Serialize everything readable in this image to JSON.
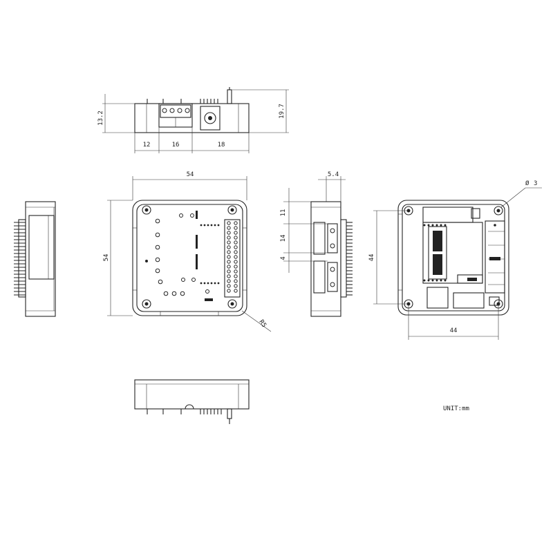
{
  "dimensions": {
    "top_height_13_2": "13.2",
    "top_height_19_7": "19.7",
    "top_width_12": "12",
    "top_width_16": "16",
    "top_width_18": "18",
    "front_width": "54",
    "front_height": "54",
    "corner_radius": "R5",
    "side_depth": "5.4",
    "side_11": "11",
    "side_14": "14",
    "side_4": "4",
    "hole_diameter": "3",
    "hole_pitch_h": "44",
    "hole_pitch_v": "44"
  },
  "unit_label": "UNIT:mm"
}
